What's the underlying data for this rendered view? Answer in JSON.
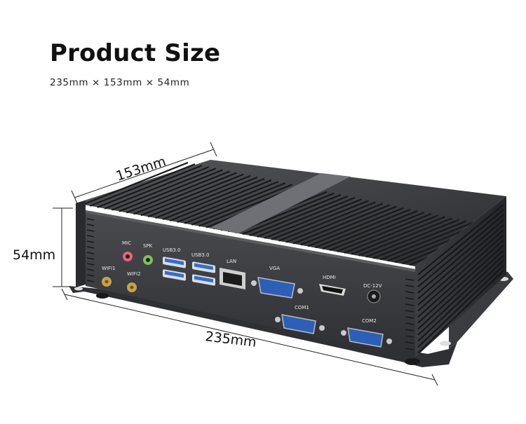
{
  "header": {
    "title": "Product Size",
    "subtitle": "235mm × 153mm × 54mm"
  },
  "dimensions": {
    "depth_label": "153mm",
    "height_label": "54mm",
    "width_label": "235mm"
  },
  "ports": {
    "mic": "MIC",
    "spk": "SPK",
    "usb_a": "USB3.0",
    "usb_b": "USB3.0",
    "lan": "LAN",
    "vga": "VGA",
    "hdmi": "HDMI",
    "dc": "DC-12V",
    "wifi1": "WIFI1",
    "wifi2": "WIFI2",
    "com1": "COM1",
    "com2": "COM2"
  },
  "colors": {
    "body": "#3a3b3e",
    "fins": "#1c1d1f",
    "mic_jack": "#e8647a",
    "spk_jack": "#7cc45a",
    "usb_blue": "#2f6fd6",
    "vga_blue": "#2b5fb8",
    "gold": "#c9a24a"
  }
}
